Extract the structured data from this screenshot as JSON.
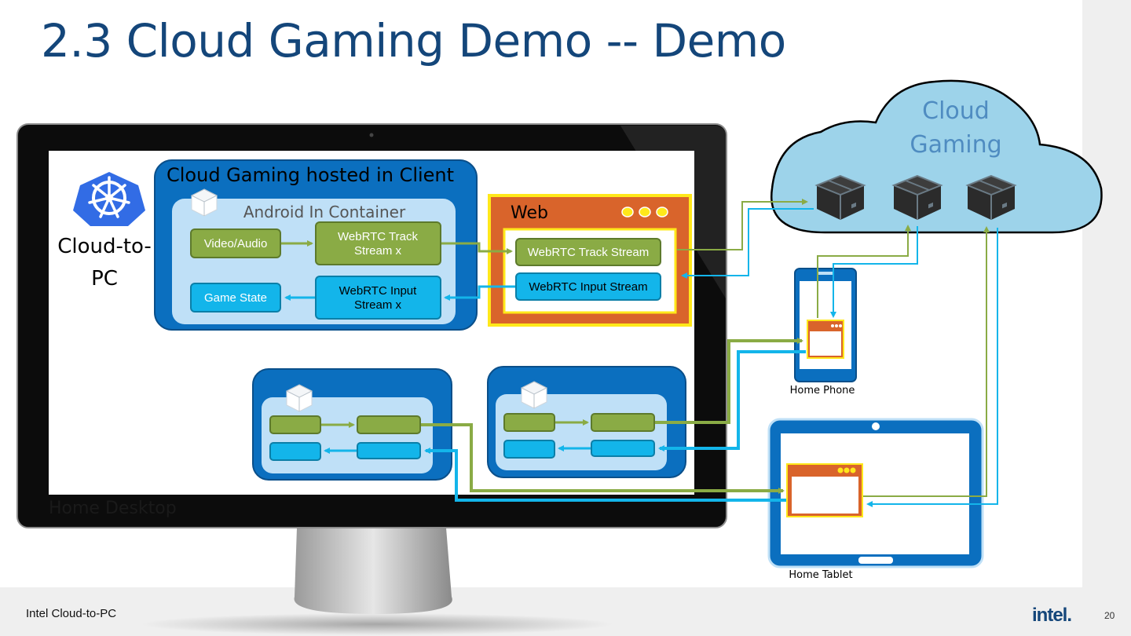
{
  "slide": {
    "title": "2.3 Cloud Gaming Demo -- Demo",
    "footer_text": "Intel Cloud-to-PC",
    "brand": "intel.",
    "page_number": "20"
  },
  "desktop": {
    "logo_caption_line1": "Cloud-to-",
    "logo_caption_line2": "PC",
    "label": "Home Desktop",
    "client_box": {
      "title": "Cloud Gaming hosted in Client",
      "container_title": "Android In Container",
      "video_audio": "Video/Audio",
      "game_state": "Game State",
      "track_stream_line1": "WebRTC Track",
      "track_stream_line2": "Stream x",
      "input_stream_line1": "WebRTC Input",
      "input_stream_line2": "Stream x"
    },
    "web_box": {
      "title": "Web",
      "track_stream": "WebRTC Track Stream",
      "input_stream": "WebRTC Input Stream"
    }
  },
  "cloud": {
    "line1": "Cloud",
    "line2": "Gaming"
  },
  "devices": {
    "phone": "Home Phone",
    "tablet": "Home Tablet"
  },
  "colors": {
    "title_blue": "#14467a",
    "box_blue": "#0b6fbf",
    "light_blue": "#bfe0f7",
    "green": "#8aab45",
    "cyan": "#13b5ea",
    "web_orange": "#d9642b",
    "web_border": "#ffe81a",
    "cloud_fill": "#9dd3ea"
  }
}
